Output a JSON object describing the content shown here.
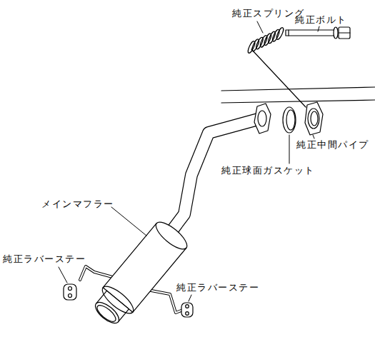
{
  "diagram": {
    "labels": [
      "純正スプリング",
      "純正ボルト",
      "純正中間パイプ",
      "純正球面ガスケット",
      "メインマフラー",
      "純正ラバーステー",
      "純正ラバーステー"
    ]
  }
}
